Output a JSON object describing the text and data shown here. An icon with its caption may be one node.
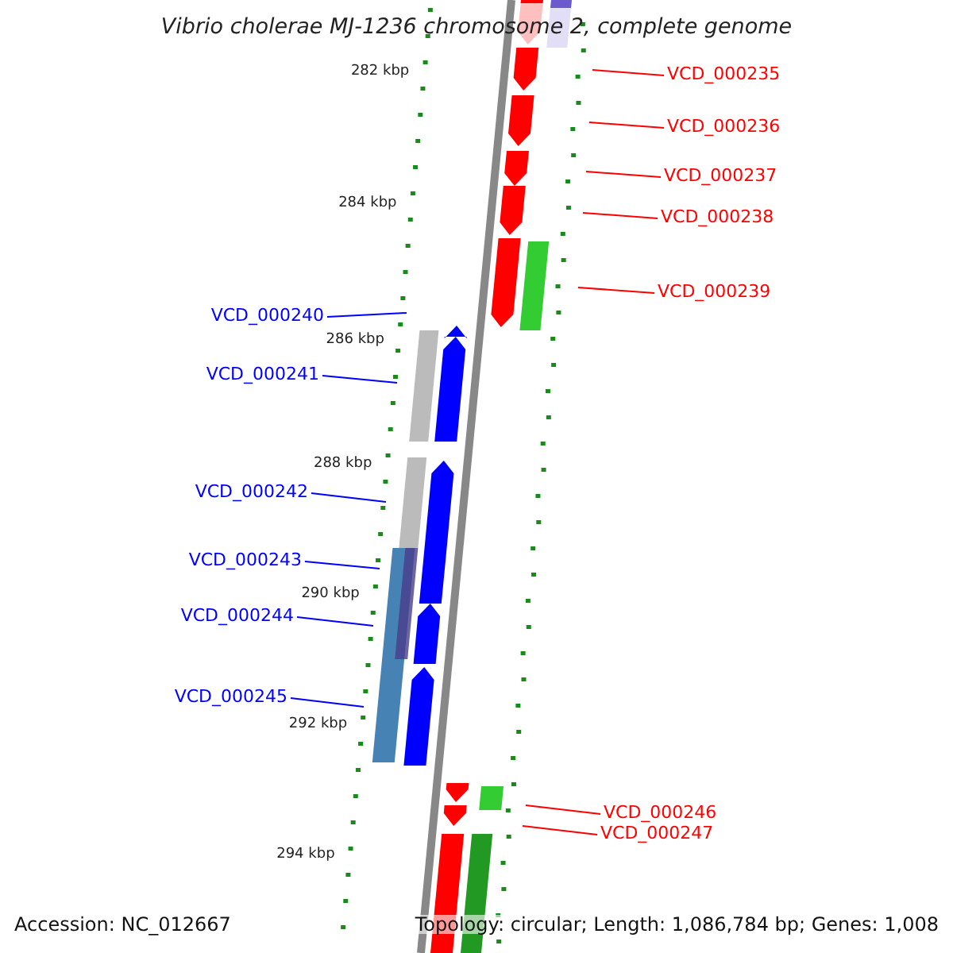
{
  "diagram": {
    "title": "Vibrio cholerae MJ-1236 chromosome 2, complete genome",
    "nodes": [
      {
        "text": [
          "VCD_000235"
        ]
      },
      {
        "text": [
          "VCD_000236"
        ]
      },
      {
        "text": [
          "VCD_000237"
        ]
      },
      {
        "text": [
          "VCD_000238"
        ]
      },
      {
        "text": [
          "VCD_000239"
        ]
      },
      {
        "text": [
          "VCD_000240"
        ]
      },
      {
        "text": [
          "VCD_000241"
        ]
      },
      {
        "text": [
          "VCD_000242"
        ]
      },
      {
        "text": [
          "VCD_000243"
        ]
      },
      {
        "text": [
          "VCD_000244"
        ]
      },
      {
        "text": [
          "VCD_000245"
        ]
      },
      {
        "text": [
          "VCD_000246"
        ]
      },
      {
        "text": [
          "VCD_000247"
        ]
      }
    ],
    "edges": [
      {
        "from": 0,
        "to": null,
        "arrow": "none",
        "color": "#ff0000"
      },
      {
        "from": 1,
        "to": null,
        "arrow": "none",
        "color": "#ff0000"
      },
      {
        "from": 2,
        "to": null,
        "arrow": "none",
        "color": "#ff0000"
      },
      {
        "from": 3,
        "to": null,
        "arrow": "none",
        "color": "#ff0000"
      },
      {
        "from": 4,
        "to": null,
        "arrow": "none",
        "color": "#ff0000"
      },
      {
        "from": 5,
        "to": null,
        "arrow": "none",
        "color": "#0000ff"
      },
      {
        "from": 6,
        "to": null,
        "arrow": "none",
        "color": "#0000ff"
      },
      {
        "from": 7,
        "to": null,
        "arrow": "none",
        "color": "#0000ff"
      },
      {
        "from": 8,
        "to": null,
        "arrow": "none",
        "color": "#0000ff"
      },
      {
        "from": 9,
        "to": null,
        "arrow": "none",
        "color": "#0000ff"
      },
      {
        "from": 10,
        "to": null,
        "arrow": "none",
        "color": "#0000ff"
      },
      {
        "from": 11,
        "to": null,
        "arrow": "none",
        "color": "#ff0000"
      },
      {
        "from": 12,
        "to": null,
        "arrow": "none",
        "color": "#ff0000"
      }
    ],
    "labels": [
      "282 kbp",
      "284 kbp",
      "286 kbp",
      "288 kbp",
      "290 kbp",
      "292 kbp",
      "294 kbp",
      "Accession: NC_012667",
      "Topology: circular; Length: 1,086,784 bp; Genes: 1,008"
    ]
  }
}
